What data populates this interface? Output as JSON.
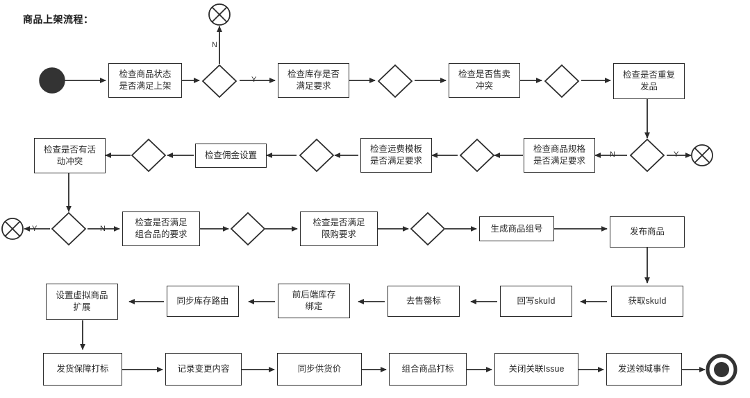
{
  "title": "商品上架流程：",
  "colors": {
    "stroke": "#2b2b2b",
    "fill": "#ffffff",
    "text": "#2b2b2b",
    "terminal_fill": "#333333"
  },
  "chart_data": {
    "type": "flowchart",
    "title": "商品上架流程：",
    "orientation": "serpentine-left-right",
    "node_count": 37,
    "nodes": [
      {
        "id": "start",
        "type": "start-circle",
        "label": ""
      },
      {
        "id": "p1",
        "type": "process",
        "label": "检查商品状态\n是否满足上架"
      },
      {
        "id": "d1",
        "type": "decision",
        "label": ""
      },
      {
        "id": "e1",
        "type": "end-cross",
        "label": ""
      },
      {
        "id": "p2",
        "type": "process",
        "label": "检查库存是否\n满足要求"
      },
      {
        "id": "d2",
        "type": "decision",
        "label": ""
      },
      {
        "id": "p3",
        "type": "process",
        "label": "检查是否售卖\n冲突"
      },
      {
        "id": "d3",
        "type": "decision",
        "label": ""
      },
      {
        "id": "p4",
        "type": "process",
        "label": "检查是否重复\n发品"
      },
      {
        "id": "d4",
        "type": "decision",
        "label": ""
      },
      {
        "id": "e2",
        "type": "end-cross",
        "label": ""
      },
      {
        "id": "p5",
        "type": "process",
        "label": "检查商品规格\n是否满足要求"
      },
      {
        "id": "d5",
        "type": "decision",
        "label": ""
      },
      {
        "id": "p6",
        "type": "process",
        "label": "检查运费模板\n是否满足要求"
      },
      {
        "id": "d6",
        "type": "decision",
        "label": ""
      },
      {
        "id": "p7",
        "type": "process",
        "label": "检查佣金设置"
      },
      {
        "id": "d7",
        "type": "decision",
        "label": ""
      },
      {
        "id": "p8",
        "type": "process",
        "label": "检查是否有活\n动冲突"
      },
      {
        "id": "d8",
        "type": "decision",
        "label": ""
      },
      {
        "id": "e3",
        "type": "end-cross",
        "label": ""
      },
      {
        "id": "p9",
        "type": "process",
        "label": "检查是否满足\n组合品的要求"
      },
      {
        "id": "d9",
        "type": "decision",
        "label": ""
      },
      {
        "id": "p10",
        "type": "process",
        "label": "检查是否满足\n限购要求"
      },
      {
        "id": "d10",
        "type": "decision",
        "label": ""
      },
      {
        "id": "p11",
        "type": "process",
        "label": "生成商品组号"
      },
      {
        "id": "p12",
        "type": "process",
        "label": "发布商品"
      },
      {
        "id": "p13",
        "type": "process",
        "label": "获取skuId"
      },
      {
        "id": "p14",
        "type": "process",
        "label": "回写skuId"
      },
      {
        "id": "p15",
        "type": "process",
        "label": "去售罄标"
      },
      {
        "id": "p16",
        "type": "process",
        "label": "前后端库存\n绑定"
      },
      {
        "id": "p17",
        "type": "process",
        "label": "同步库存路由"
      },
      {
        "id": "p18",
        "type": "process",
        "label": "设置虚拟商品\n扩展"
      },
      {
        "id": "p19",
        "type": "process",
        "label": "发货保障打标"
      },
      {
        "id": "p20",
        "type": "process",
        "label": "记录变更内容"
      },
      {
        "id": "p21",
        "type": "process",
        "label": "同步供货价"
      },
      {
        "id": "p22",
        "type": "process",
        "label": "组合商品打标"
      },
      {
        "id": "p23",
        "type": "process",
        "label": "关闭关联Issue"
      },
      {
        "id": "p24",
        "type": "process",
        "label": "发送领域事件"
      },
      {
        "id": "end",
        "type": "end-circle",
        "label": ""
      }
    ],
    "edge_labels": [
      "N",
      "Y",
      "Y",
      "N",
      "Y",
      "N"
    ]
  },
  "nodes": {
    "p1": {
      "line1": "检查商品状态",
      "line2": "是否满足上架"
    },
    "p2": {
      "line1": "检查库存是否",
      "line2": "满足要求"
    },
    "p3": {
      "line1": "检查是否售卖",
      "line2": "冲突"
    },
    "p4": {
      "line1": "检查是否重复",
      "line2": "发品"
    },
    "p5": {
      "line1": "检查商品规格",
      "line2": "是否满足要求"
    },
    "p6": {
      "line1": "检查运费模板",
      "line2": "是否满足要求"
    },
    "p7": {
      "line1": "检查佣金设置",
      "line2": ""
    },
    "p8": {
      "line1": "检查是否有活",
      "line2": "动冲突"
    },
    "p9": {
      "line1": "检查是否满足",
      "line2": "组合品的要求"
    },
    "p10": {
      "line1": "检查是否满足",
      "line2": "限购要求"
    },
    "p11": {
      "line1": "生成商品组号",
      "line2": ""
    },
    "p12": {
      "line1": "发布商品",
      "line2": ""
    },
    "p13": {
      "line1": "获取skuId",
      "line2": ""
    },
    "p14": {
      "line1": "回写skuId",
      "line2": ""
    },
    "p15": {
      "line1": "去售罄标",
      "line2": ""
    },
    "p16": {
      "line1": "前后端库存",
      "line2": "绑定"
    },
    "p17": {
      "line1": "同步库存路由",
      "line2": ""
    },
    "p18": {
      "line1": "设置虚拟商品",
      "line2": "扩展"
    },
    "p19": {
      "line1": "发货保障打标",
      "line2": ""
    },
    "p20": {
      "line1": "记录变更内容",
      "line2": ""
    },
    "p21": {
      "line1": "同步供货价",
      "line2": ""
    },
    "p22": {
      "line1": "组合商品打标",
      "line2": ""
    },
    "p23": {
      "line1": "关闭关联Issue",
      "line2": ""
    },
    "p24": {
      "line1": "发送领域事件",
      "line2": ""
    }
  },
  "edge_labels": {
    "l1": "N",
    "l2": "Y",
    "l3": "N",
    "l4": "Y",
    "l5": "Y",
    "l6": "N"
  }
}
